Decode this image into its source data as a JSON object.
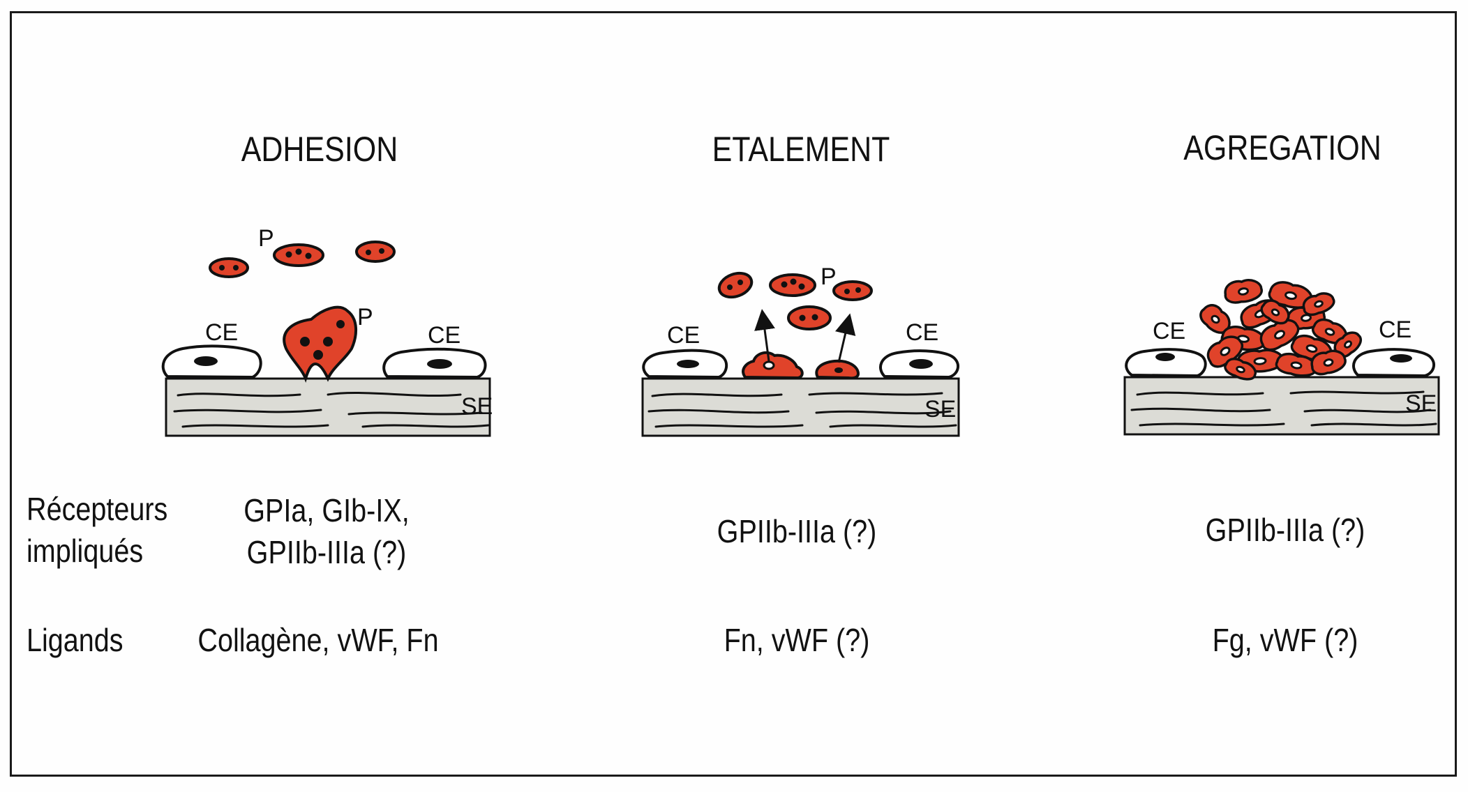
{
  "titles": {
    "adhesion": "ADHESION",
    "etalement": "ETALEMENT",
    "agregation": "AGREGATION"
  },
  "labels": {
    "ce": "CE",
    "se": "SE",
    "p": "P"
  },
  "rows": {
    "receptors_label_1": "Récepteurs",
    "receptors_label_2": "impliqués",
    "ligands_label": "Ligands"
  },
  "adhesion": {
    "receptors_1": "GPIa, GIb-IX,",
    "receptors_2": "GPIIb-IIIa (?)",
    "ligands": "Collagène, vWF, Fn"
  },
  "etalement": {
    "receptors": "GPIIb-IIIa (?)",
    "ligands": "Fn, vWF  (?)"
  },
  "agregation": {
    "receptors": "GPIIb-IIIa (?)",
    "ligands": "Fg, vWF (?)"
  },
  "colors": {
    "platelet": "#e0432a",
    "subendothelium": "#dcdcd6",
    "ink": "#111111"
  }
}
